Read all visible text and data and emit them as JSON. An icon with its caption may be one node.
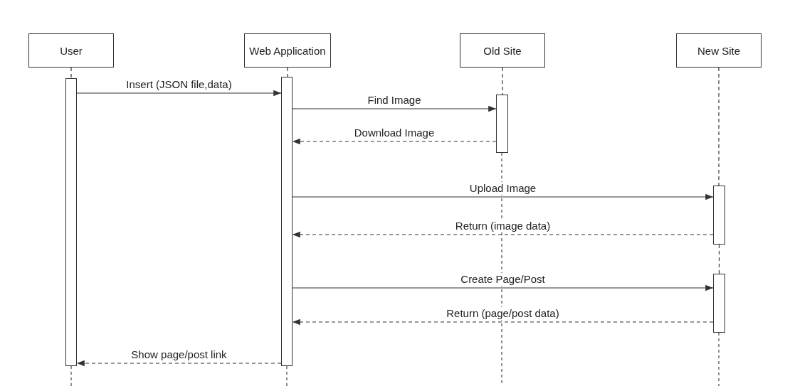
{
  "diagram": {
    "nodes": [
      {
        "text": [
          "User"
        ]
      },
      {
        "text": [
          "Web Application"
        ]
      },
      {
        "text": [
          "Old Site"
        ]
      },
      {
        "text": [
          "New Site"
        ]
      },
      {
        "text": [],
        "shape": "bar"
      },
      {
        "text": [],
        "shape": "bar"
      },
      {
        "text": [],
        "shape": "bar"
      },
      {
        "text": [],
        "shape": "bar"
      },
      {
        "text": [],
        "shape": "bar"
      }
    ],
    "edges": [
      {
        "from": 0,
        "to": 4,
        "arrow": "none",
        "style": "dashed"
      },
      {
        "from": 1,
        "to": 5,
        "arrow": "none",
        "style": "dashed"
      },
      {
        "from": 2,
        "to": 6,
        "arrow": "none",
        "style": "dashed"
      },
      {
        "from": 3,
        "to": 7,
        "arrow": "none",
        "style": "dashed"
      },
      {
        "from": 7,
        "to": 8,
        "arrow": "none",
        "style": "dashed"
      },
      {
        "from": 4,
        "to": 5,
        "arrow": "to",
        "label": "Insert (JSON file,data)"
      },
      {
        "from": 5,
        "to": 6,
        "arrow": "to",
        "label": "Find Image"
      },
      {
        "from": 6,
        "to": 5,
        "arrow": "to",
        "label": "Download Image",
        "style": "dashed"
      },
      {
        "from": 5,
        "to": 7,
        "arrow": "to",
        "label": "Upload Image"
      },
      {
        "from": 7,
        "to": 5,
        "arrow": "to",
        "label": "Return (image data)",
        "style": "dashed"
      },
      {
        "from": 5,
        "to": 8,
        "arrow": "to",
        "label": "Create Page/Post"
      },
      {
        "from": 8,
        "to": 5,
        "arrow": "to",
        "label": "Return (page/post data)",
        "style": "dashed"
      },
      {
        "from": 5,
        "to": 4,
        "arrow": "to",
        "label": "Show page/post link",
        "style": "dashed"
      }
    ]
  }
}
